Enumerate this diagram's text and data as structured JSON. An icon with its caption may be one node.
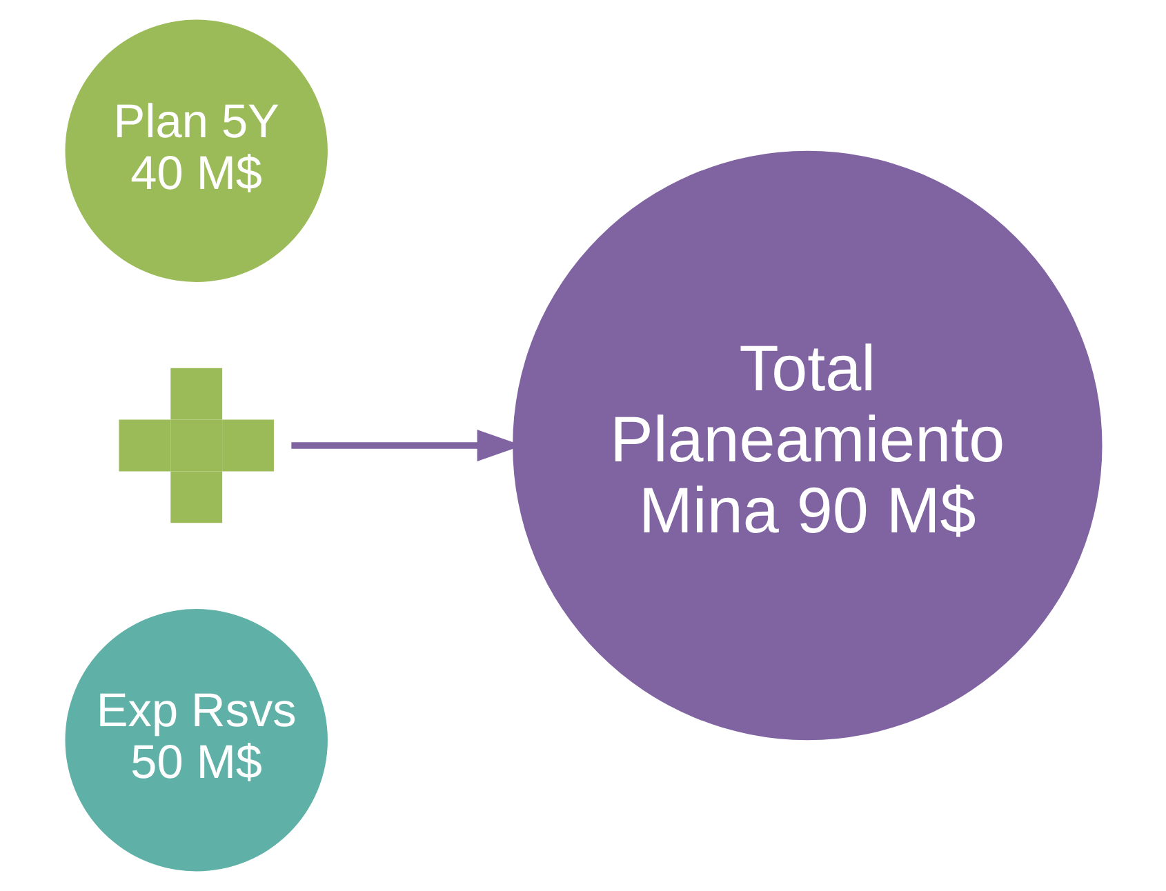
{
  "diagram": {
    "nodes": [
      {
        "text": [
          "Plan 5Y 40 M$"
        ]
      },
      {
        "text": [],
        "shape": "plus"
      },
      {
        "text": [
          "Exp Rsvs 50 M$"
        ]
      },
      {
        "text": [
          "Total Planeamiento Mina 90 M$"
        ]
      }
    ],
    "edges": [
      {
        "from": 1,
        "to": 3,
        "arrow": "to"
      }
    ]
  }
}
